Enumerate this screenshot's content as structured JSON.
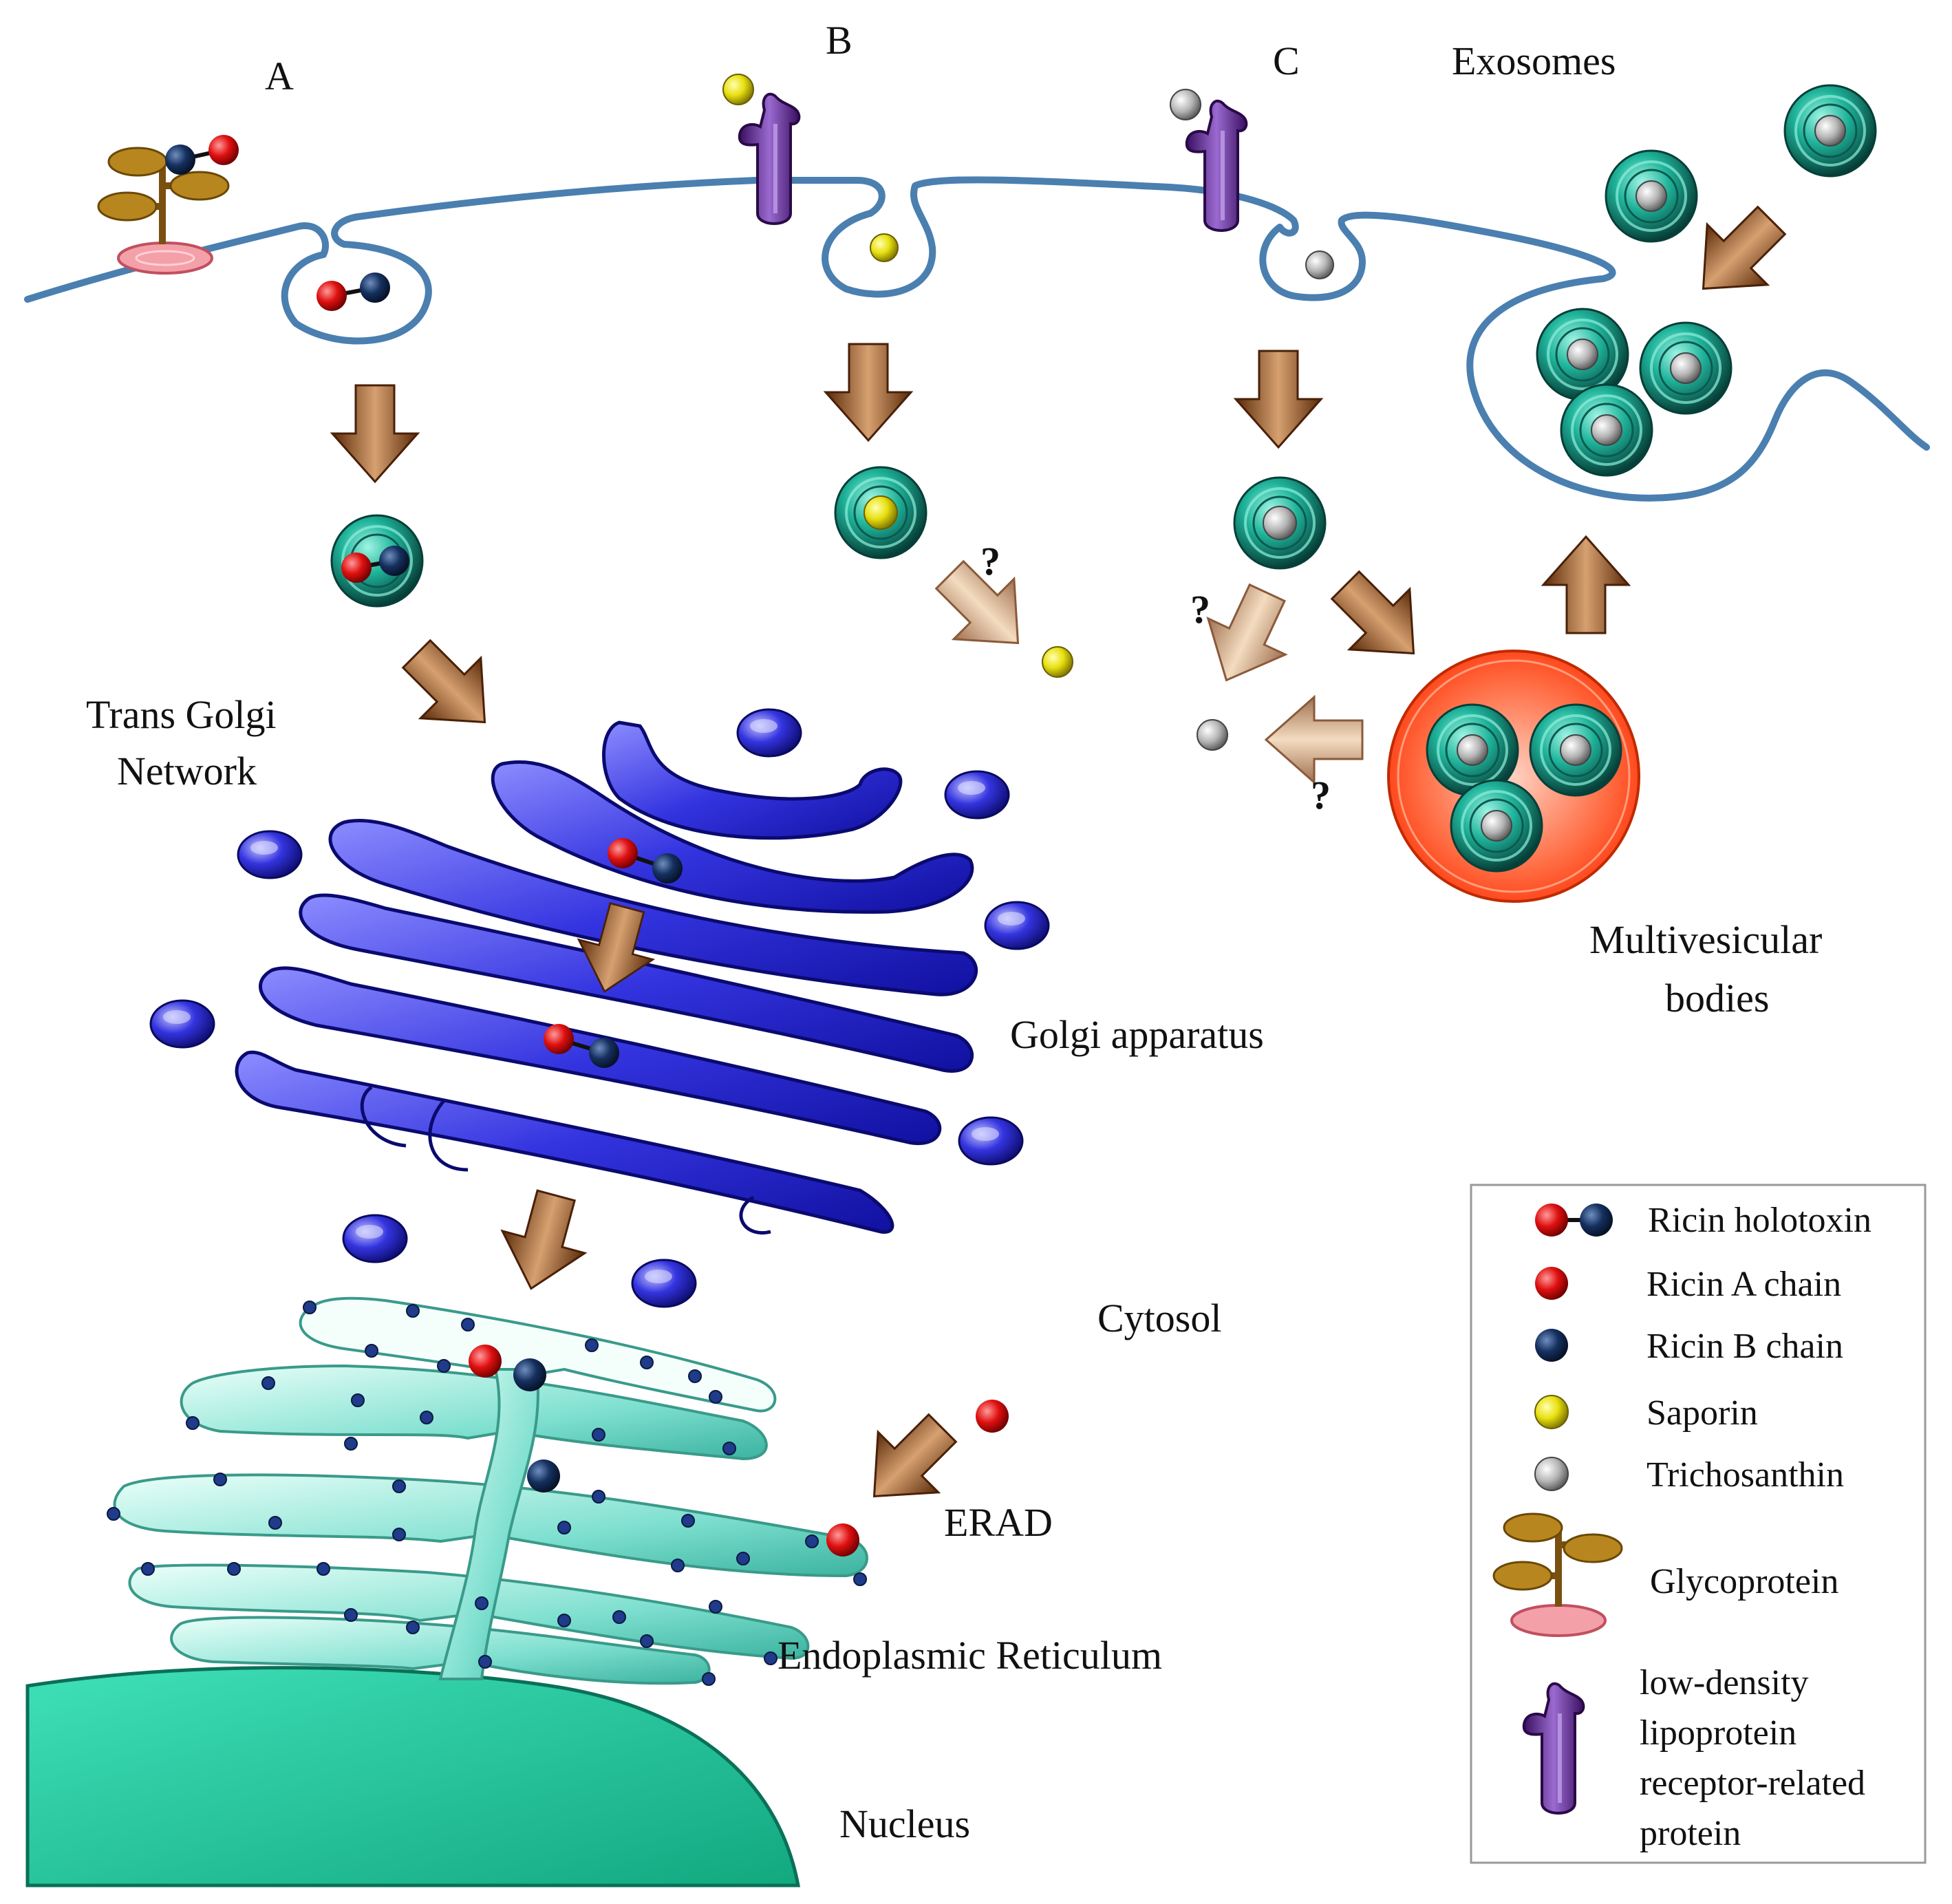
{
  "pathways": {
    "a": "A",
    "b": "B",
    "c": "C"
  },
  "labels": {
    "exosomes": "Exosomes",
    "tgn_line1": "Trans Golgi",
    "tgn_line2": "Network",
    "golgi": "Golgi apparatus",
    "cytosol": "Cytosol",
    "erad": "ERAD",
    "er": "Endoplasmic Reticulum",
    "nucleus": "Nucleus",
    "mvb_line1": "Multivesicular",
    "mvb_line2": "bodies",
    "question": "?"
  },
  "legend": {
    "holotoxin": "Ricin  holotoxin",
    "a_chain": "Ricin  A chain",
    "b_chain": "Ricin  B chain",
    "saporin": "Saporin",
    "trichosanthin": "Trichosanthin",
    "glycoprotein": "Glycoprotein",
    "lrp_line1": "low-density",
    "lrp_line2": "lipoprotein",
    "lrp_line3": "receptor-related",
    "lrp_line4": "protein"
  },
  "colors": {
    "membrane": "#4a7fb0",
    "ricin_a": "#dd1111",
    "ricin_b": "#0d2a5c",
    "saporin": "#e8e010",
    "trichosanthin": "#b0b0b0",
    "vesicle": "#1a9e8a",
    "golgi": "#3434e0",
    "er": "#7fe0d0",
    "nucleus": "#22c9a0",
    "mvb": "#ff5a30",
    "arrow": "#8a4a1a",
    "receptor": "#5a2a8a",
    "glycoprotein": "#a87818",
    "glyco_base": "#f4a0a8"
  }
}
